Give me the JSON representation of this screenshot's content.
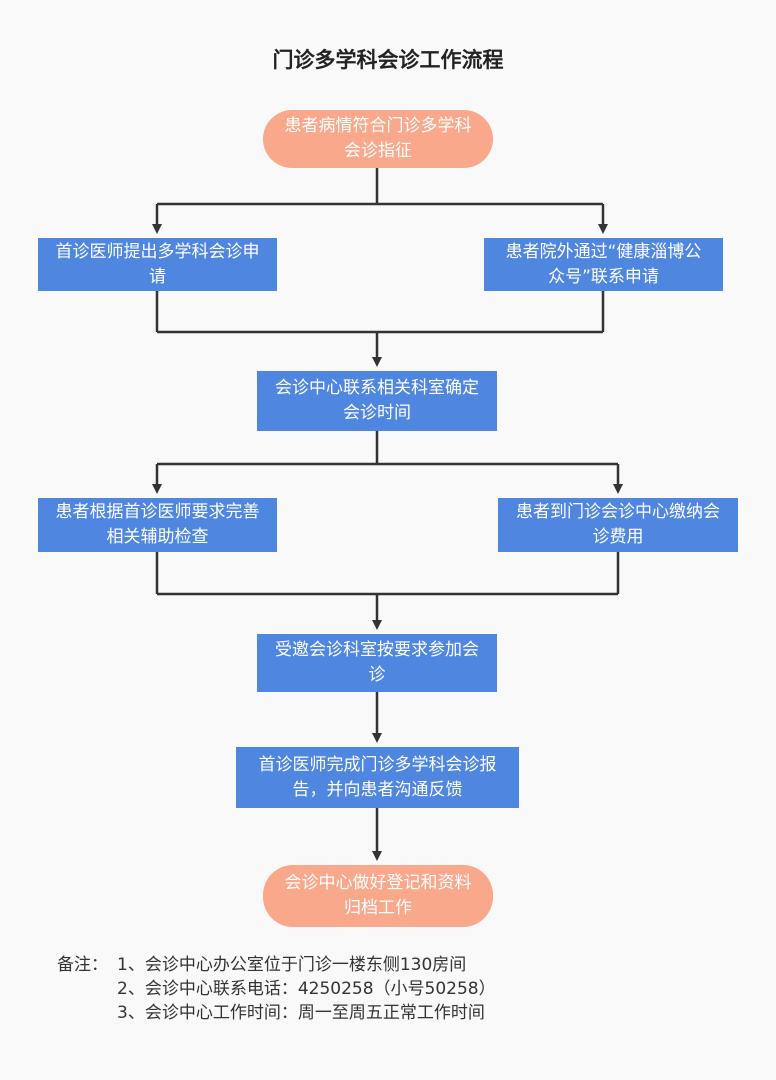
{
  "title": "门诊多学科会诊工作流程",
  "nodes": {
    "start": "患者病情符合门诊多学科会诊指征",
    "apply_doctor": "首诊医师提出多学科会诊申请",
    "apply_wechat": "患者院外通过“健康淄博公众号”联系申请",
    "center_contact": "会诊中心联系相关科室确定会诊时间",
    "aux_exam": "患者根据首诊医师要求完善相关辅助检查",
    "pay_fee": "患者到门诊会诊中心缴纳会诊费用",
    "invited_dept": "受邀会诊科室按要求参加会诊",
    "report": "首诊医师完成门诊多学科会诊报告，并向患者沟通反馈",
    "end": "会诊中心做好登记和资料归档工作"
  },
  "notes": {
    "label": "备注：",
    "items": [
      "1、会诊中心办公室位于门诊一楼东侧130房间",
      "2、会诊中心联系电话：4250258（小号50258）",
      "3、会诊中心工作时间：周一至周五正常工作时间"
    ]
  },
  "colors": {
    "process_box": "#4f86df",
    "terminal_box": "#f9a88c",
    "connector": "#333333",
    "background": "#f9f9f9"
  }
}
